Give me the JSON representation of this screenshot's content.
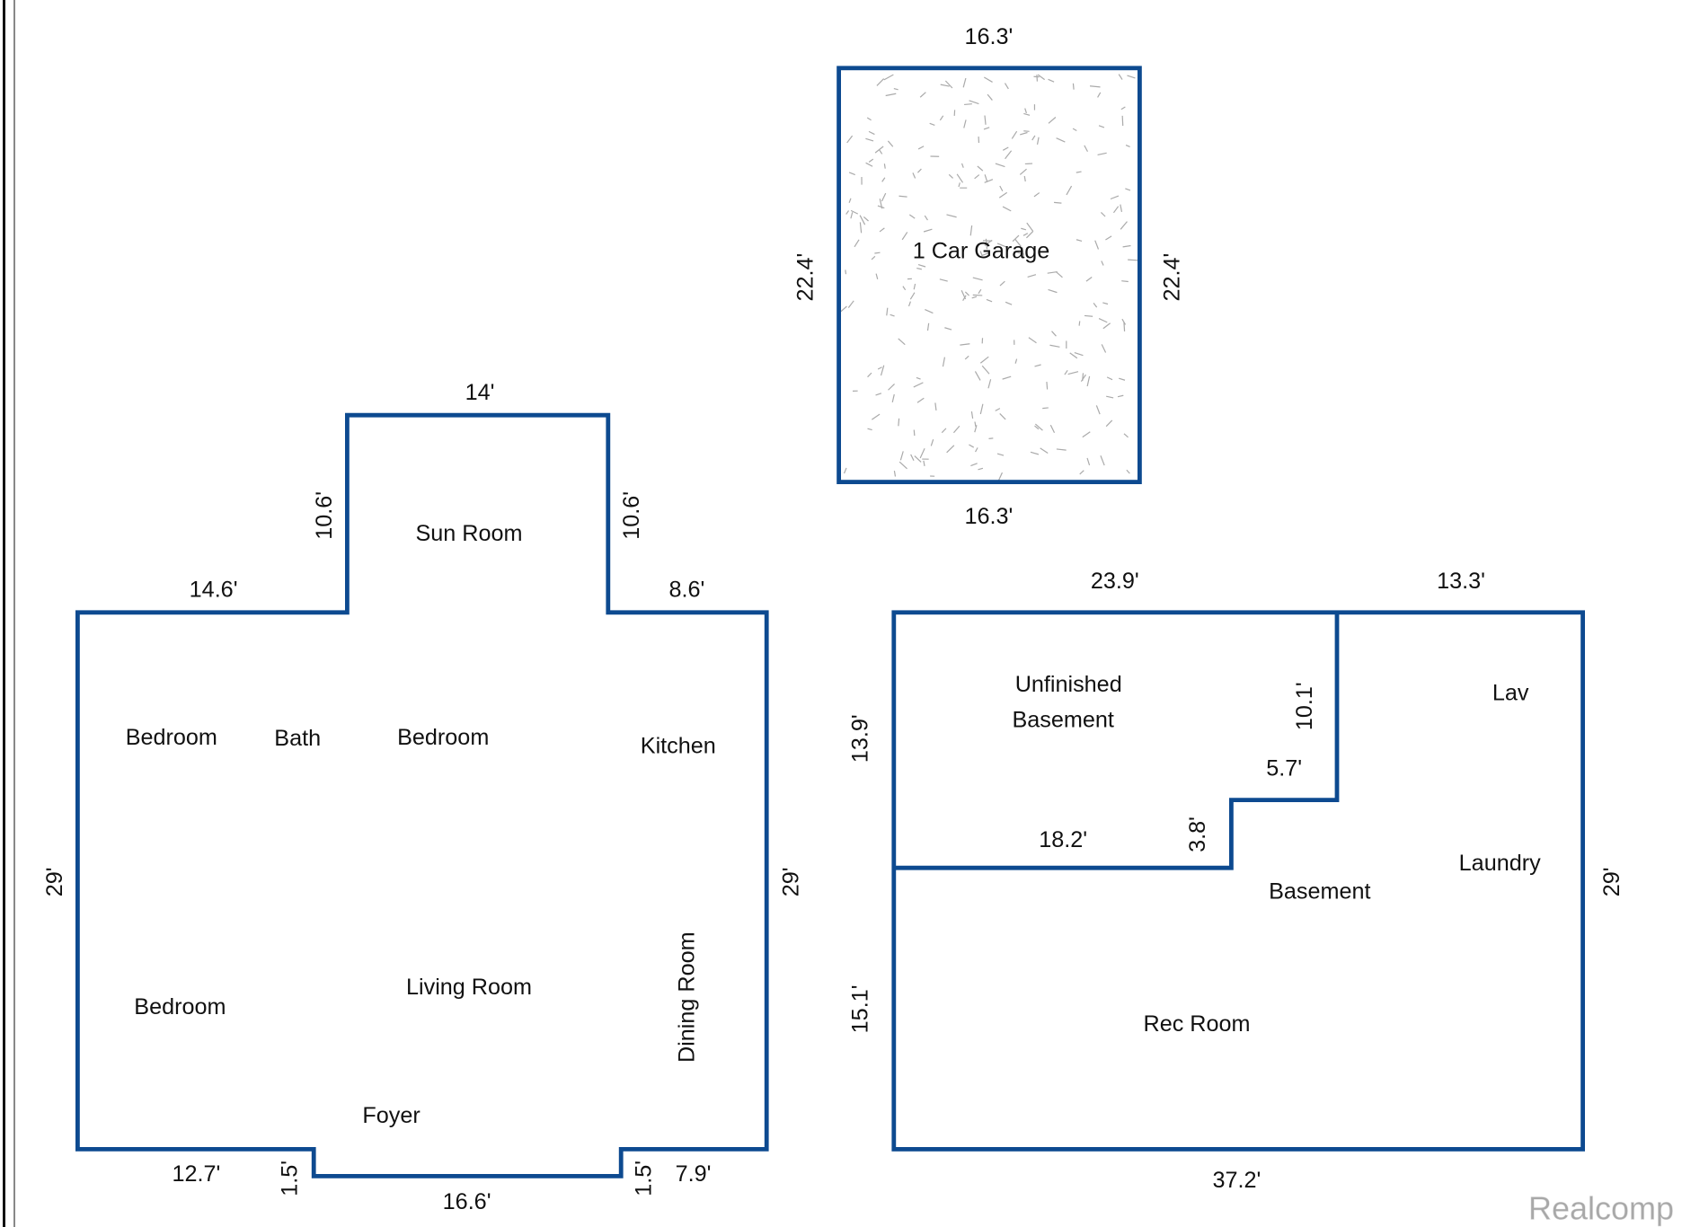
{
  "garage": {
    "name": "1 Car Garage",
    "top": "16.3'",
    "bottom": "16.3'",
    "left": "22.4'",
    "right": "22.4'"
  },
  "main_floor": {
    "sunroom_top": "14'",
    "sunroom_left": "10.6'",
    "sunroom_right": "10.6'",
    "top_left": "14.6'",
    "top_right": "8.6'",
    "left": "29'",
    "right": "29'",
    "bottom_left": "12.7'",
    "step_left": "1.5'",
    "bottom_middle": "16.6'",
    "step_right": "1.5'",
    "bottom_right": "7.9'",
    "rooms": {
      "sun_room": "Sun Room",
      "bedroom1": "Bedroom",
      "bath": "Bath",
      "bedroom2": "Bedroom",
      "kitchen": "Kitchen",
      "bedroom3": "Bedroom",
      "living_room": "Living Room",
      "dining_room": "Dining Room",
      "foyer": "Foyer"
    }
  },
  "basement": {
    "top_left": "23.9'",
    "top_right": "13.3'",
    "left_upper": "13.9'",
    "left_lower": "15.1'",
    "right": "29'",
    "bottom": "37.2'",
    "inner_vertical": "10.1'",
    "inner_step": "5.7'",
    "inner_step_height": "3.8'",
    "inner_horizontal": "18.2'",
    "rooms": {
      "unfinished_1": "Unfinished",
      "unfinished_2": "Basement",
      "lav": "Lav",
      "laundry": "Laundry",
      "basement": "Basement",
      "rec_room": "Rec Room"
    }
  },
  "watermark": "Realcomp",
  "colors": {
    "wall": "#0d4a90"
  }
}
